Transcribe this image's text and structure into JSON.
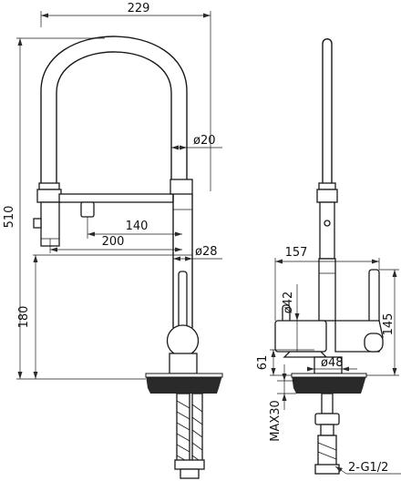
{
  "dimensions": {
    "overall_width": "229",
    "overall_height": "510",
    "hose_diameter": "ø20",
    "spray_offset_140": "140",
    "spray_offset_200": "200",
    "body_diameter": "ø28",
    "base_height": "180",
    "side_width": "157",
    "lever_diameter": "ø42",
    "side_height": "145",
    "handle_height": "61",
    "base_diameter": "ø48",
    "max_thickness": "MAX30",
    "connection": "2-G1/2"
  },
  "colors": {
    "line": "#1a1a1a",
    "background": "#ffffff"
  }
}
